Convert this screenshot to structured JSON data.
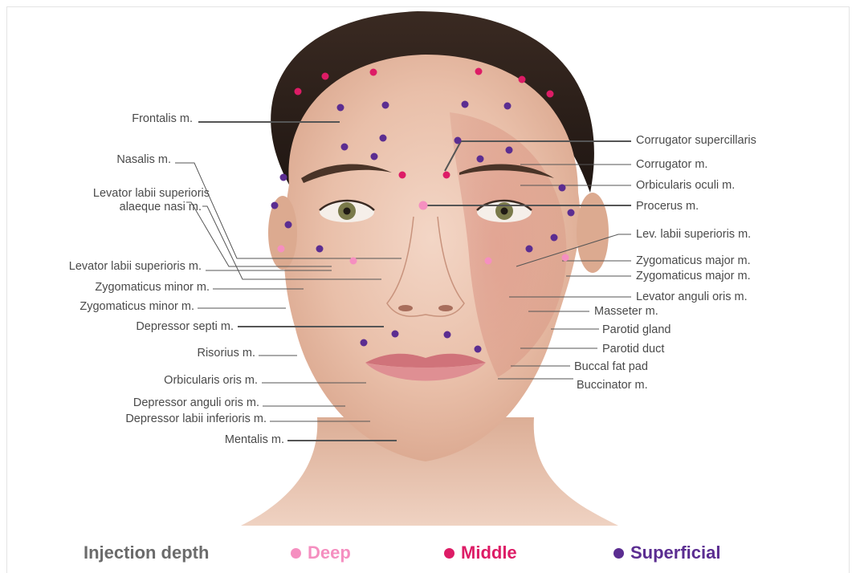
{
  "colors": {
    "deep": "#f58fc0",
    "middle": "#dd1c66",
    "superficial": "#5b2d91",
    "legend_title": "#6b6b6b"
  },
  "labels": {
    "frontalis": "Frontalis m.",
    "nasalis": "Nasalis m.",
    "levator_alaeque_1": "Levator labii superioris",
    "levator_alaeque_2": "alaeque nasi m.",
    "levator_labii_sup": "Levator labii superioris m.",
    "zyg_minor_1": "Zygomaticus minor m.",
    "zyg_minor_2": "Zygomaticus minor m.",
    "depressor_septi": "Depressor septi m.",
    "risorius": "Risorius m.",
    "orbicularis_oris": "Orbicularis oris m.",
    "depressor_anguli": "Depressor anguli oris m.",
    "depressor_labii": "Depressor labii inferioris m.",
    "mentalis": "Mentalis m.",
    "corrugator_supercillaris": "Corrugator supercillaris",
    "corrugator": "Corrugator m.",
    "orbicularis_oculi": "Orbicularis oculi m.",
    "procerus": "Procerus m.",
    "lev_labii_sup": "Lev. labii superioris m.",
    "zyg_major_1": "Zygomaticus major m.",
    "zyg_major_2": "Zygomaticus major m.",
    "levator_anguli": "Levator anguli oris m.",
    "masseter": "Masseter m.",
    "parotid_gland": "Parotid gland",
    "parotid_duct": "Parotid duct",
    "buccal_fat": "Buccal fat pad",
    "buccinator": "Buccinator m."
  },
  "legend": {
    "title": "Injection depth",
    "deep": "Deep",
    "middle": "Middle",
    "superficial": "Superficial"
  }
}
